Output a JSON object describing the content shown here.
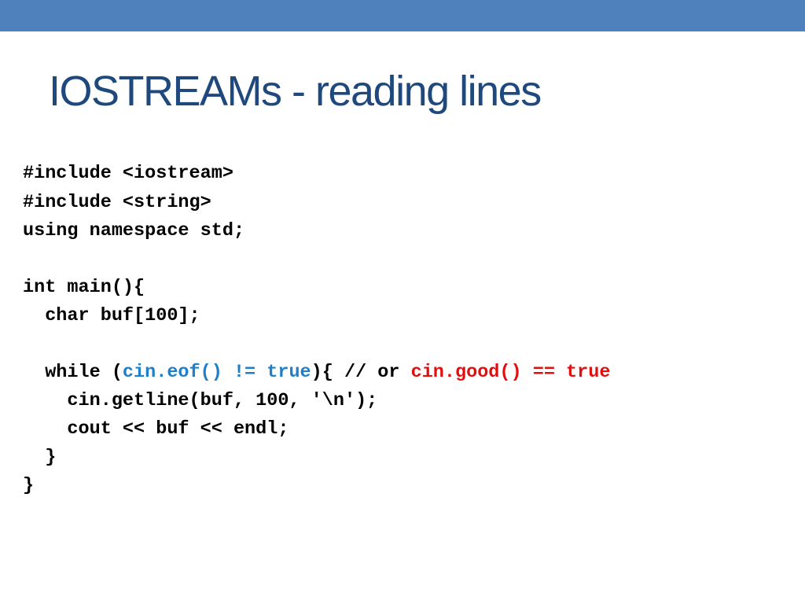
{
  "slide": {
    "title": "IOSTREAMs - reading lines",
    "accent_bar_color": "#4f81bd",
    "title_color": "#1f497d"
  },
  "code": {
    "line1": "#include <iostream>",
    "line2": "#include <string>",
    "line3": "using namespace std;",
    "line5": "int main(){",
    "line6": "  char buf[100];",
    "line8": {
      "prefix": "  while (",
      "condition": "cin.eof() != true",
      "middle": "){ // or ",
      "alternative": "cin.good() == true"
    },
    "line9": "    cin.getline(buf, 100, '\\n');",
    "line10": "    cout << buf << endl;",
    "line11": "  }",
    "line12": "}",
    "colors": {
      "default": "#000000",
      "condition": "#1f7fc9",
      "alternative": "#e20f0f"
    }
  }
}
